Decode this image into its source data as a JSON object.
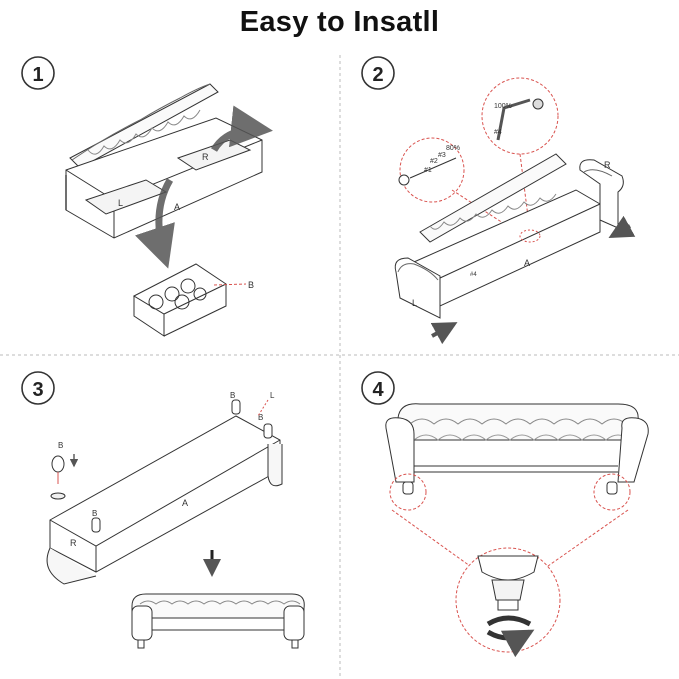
{
  "title": "Easy to Insatll",
  "steps": [
    {
      "number": "1",
      "labels": {
        "r": "R",
        "l": "L",
        "a": "A",
        "b": "B"
      }
    },
    {
      "number": "2",
      "labels": {
        "pct100": "100%",
        "pct80": "80%",
        "h1": "#1",
        "h2": "#2",
        "h3": "#3",
        "h4": "#4",
        "h4b": "#4",
        "a": "A",
        "l": "L",
        "r": "R"
      }
    },
    {
      "number": "3",
      "labels": {
        "b1": "B",
        "b2": "B",
        "b3": "B",
        "b4": "B",
        "l": "L",
        "a": "A",
        "r": "R"
      }
    },
    {
      "number": "4"
    }
  ],
  "colors": {
    "accent": "#d9534f",
    "line": "#333333",
    "divider": "#bbbbbb"
  }
}
